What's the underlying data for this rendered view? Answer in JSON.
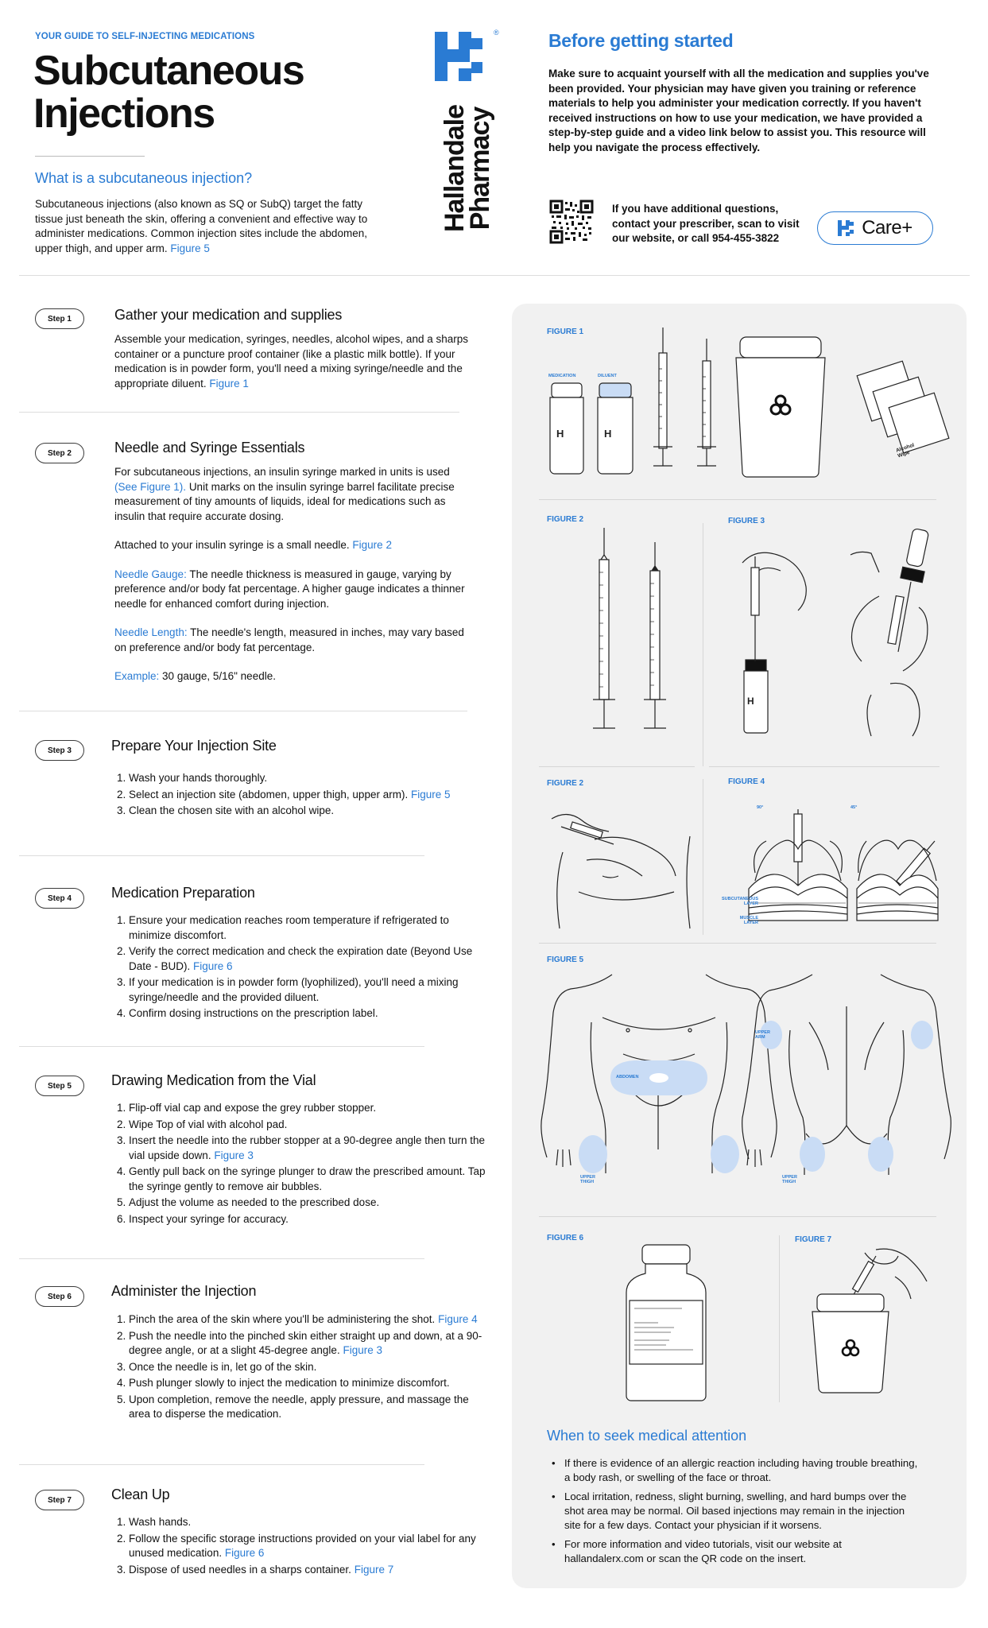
{
  "header": {
    "kicker": "YOUR GUIDE TO SELF-INJECTING MEDICATIONS",
    "title_line1": "Subcutaneous",
    "title_line2": "Injections",
    "what_title": "What is a subcutaneous injection?",
    "what_body": "Subcutaneous injections (also known as SQ or SubQ) target the fatty tissue just beneath the skin, offering a convenient and effective way to administer medications. Common injection sites include the abdomen, upper thigh, and upper arm.",
    "what_ref": "Figure 5",
    "brand_line1": "Hallandale",
    "brand_line2": "Pharmacy",
    "registered": "®"
  },
  "before": {
    "title": "Before getting started",
    "body": "Make sure to acquaint yourself with all the medication and supplies you've been provided. Your physician may have given you training or reference materials to help you administer your medication correctly. If you haven't received instructions on how to use your medication, we have provided a step-by-step guide and a video link below to assist you. This resource will help you navigate the process effectively.",
    "contact": "If you have additional questions, contact your prescriber, scan to visit our website, or call 954-455-3822",
    "care_label": "Care+"
  },
  "steps": [
    {
      "badge": "Step 1",
      "title": "Gather your medication and supplies",
      "body": "Assemble your medication, syringes, needles, alcohol wipes, and a sharps container or a puncture proof container (like a plastic milk bottle). If your medication is in powder form, you'll need a mixing syringe/needle and the appropriate diluent.",
      "ref": "Figure 1"
    },
    {
      "badge": "Step 2",
      "title": "Needle and Syringe Essentials",
      "p1_a": "For subcutaneous injections, an insulin syringe marked in units is used",
      "p1_ref": "(See Figure 1).",
      "p1_b": "Unit marks on the insulin syringe barrel facilitate precise measurement of tiny amounts of liquids, ideal for medications such as insulin that require accurate dosing.",
      "p2": "Attached to your insulin syringe is a small needle.",
      "p2_ref": "Figure 2",
      "gauge_label": "Needle Gauge:",
      "gauge_body": "The needle thickness is measured in gauge, varying by preference and/or body fat percentage. A higher gauge indicates a thinner needle for enhanced comfort during injection.",
      "length_label": "Needle Length:",
      "length_body": "The needle's length, measured in inches, may vary based on preference and/or body fat percentage.",
      "example_label": "Example:",
      "example_body": "30 gauge, 5/16\" needle."
    },
    {
      "badge": "Step 3",
      "title": "Prepare Your Injection Site",
      "items": [
        {
          "text": "Wash your hands thoroughly.",
          "ref": ""
        },
        {
          "text": "Select an injection site (abdomen, upper thigh, upper arm).",
          "ref": "Figure 5"
        },
        {
          "text": "Clean the chosen site with an alcohol wipe.",
          "ref": ""
        }
      ]
    },
    {
      "badge": "Step 4",
      "title": "Medication Preparation",
      "items": [
        {
          "text": "Ensure your medication reaches room temperature if refrigerated to minimize discomfort.",
          "ref": ""
        },
        {
          "text": "Verify the correct medication and check the expiration date (Beyond Use Date - BUD).",
          "ref": "Figure 6"
        },
        {
          "text": "If your medication is in powder form (lyophilized), you'll need a mixing syringe/needle and the provided diluent.",
          "ref": ""
        },
        {
          "text": "Confirm dosing instructions on the prescription label.",
          "ref": ""
        }
      ]
    },
    {
      "badge": "Step 5",
      "title": "Drawing Medication from the Vial",
      "items": [
        {
          "text": "Flip-off vial cap and expose the grey rubber stopper.",
          "ref": ""
        },
        {
          "text": "Wipe Top of vial with alcohol pad.",
          "ref": ""
        },
        {
          "text": "Insert the needle into the rubber stopper at a 90-degree angle then turn the vial upside down.",
          "ref": "Figure 3"
        },
        {
          "text": "Gently pull back on the syringe plunger to draw the prescribed amount. Tap the syringe gently to remove air bubbles.",
          "ref": ""
        },
        {
          "text": "Adjust the volume as needed to the prescribed dose.",
          "ref": ""
        },
        {
          "text": "Inspect your syringe for accuracy.",
          "ref": ""
        }
      ]
    },
    {
      "badge": "Step 6",
      "title": "Administer the Injection",
      "items": [
        {
          "text": "Pinch the area of the skin where you'll be administering the shot.",
          "ref": "Figure 4"
        },
        {
          "text": "Push the needle into the pinched skin either straight up and down, at a 90-degree angle, or at a slight 45-degree angle.",
          "ref": "Figure 3"
        },
        {
          "text": "Once the needle is in, let go of the skin.",
          "ref": ""
        },
        {
          "text": "Push plunger slowly to inject the medication to minimize discomfort.",
          "ref": ""
        },
        {
          "text": "Upon completion, remove the needle, apply pressure, and massage the area to disperse the medication.",
          "ref": ""
        }
      ]
    },
    {
      "badge": "Step 7",
      "title": "Clean Up",
      "items": [
        {
          "text": "Wash hands.",
          "ref": ""
        },
        {
          "text": "Follow the specific storage instructions provided on your vial label for any unused medication.",
          "ref": "Figure 6"
        },
        {
          "text": "Dispose of used needles in a sharps container.",
          "ref": "Figure 7"
        }
      ]
    }
  ],
  "figures": {
    "fig1": "FIGURE 1",
    "fig2": "FIGURE 2",
    "fig3": "FIGURE 3",
    "fig2b": "FIGURE 2",
    "fig4": "FIGURE 4",
    "fig5": "FIGURE 5",
    "fig6": "FIGURE 6",
    "fig7": "FIGURE 7",
    "medication": "MEDICATION",
    "diluent": "DILUENT",
    "alcohol_wipe_1": "Alcohol",
    "alcohol_wipe_2": "Wipe",
    "deg90": "90°",
    "deg45": "45°",
    "subq_layer_1": "SUBCUTANEOUS",
    "subq_layer_2": "LAYER",
    "muscle_layer_1": "MUSCLE",
    "muscle_layer_2": "LAYER",
    "abdomen": "ABDOMEN",
    "upper_arm_1": "UPPER",
    "upper_arm_2": "ARM",
    "upper_thigh_1": "UPPER",
    "upper_thigh_2": "THIGH"
  },
  "seek": {
    "title": "When to seek medical attention",
    "items": [
      "If there is evidence of an allergic reaction including having trouble breathing, a body rash, or swelling of the face or throat.",
      "Local irritation, redness, slight burning, swelling, and hard bumps over the shot area may be normal. Oil based injections may remain in the injection site for a few days. Contact your physician if it worsens.",
      "For more information and video tutorials, visit our website at hallandalerx.com or scan the QR code on the insert."
    ]
  },
  "colors": {
    "accent": "#2a7bd3",
    "panel": "#f1f1f1",
    "site_highlight": "#c9dcf5"
  }
}
